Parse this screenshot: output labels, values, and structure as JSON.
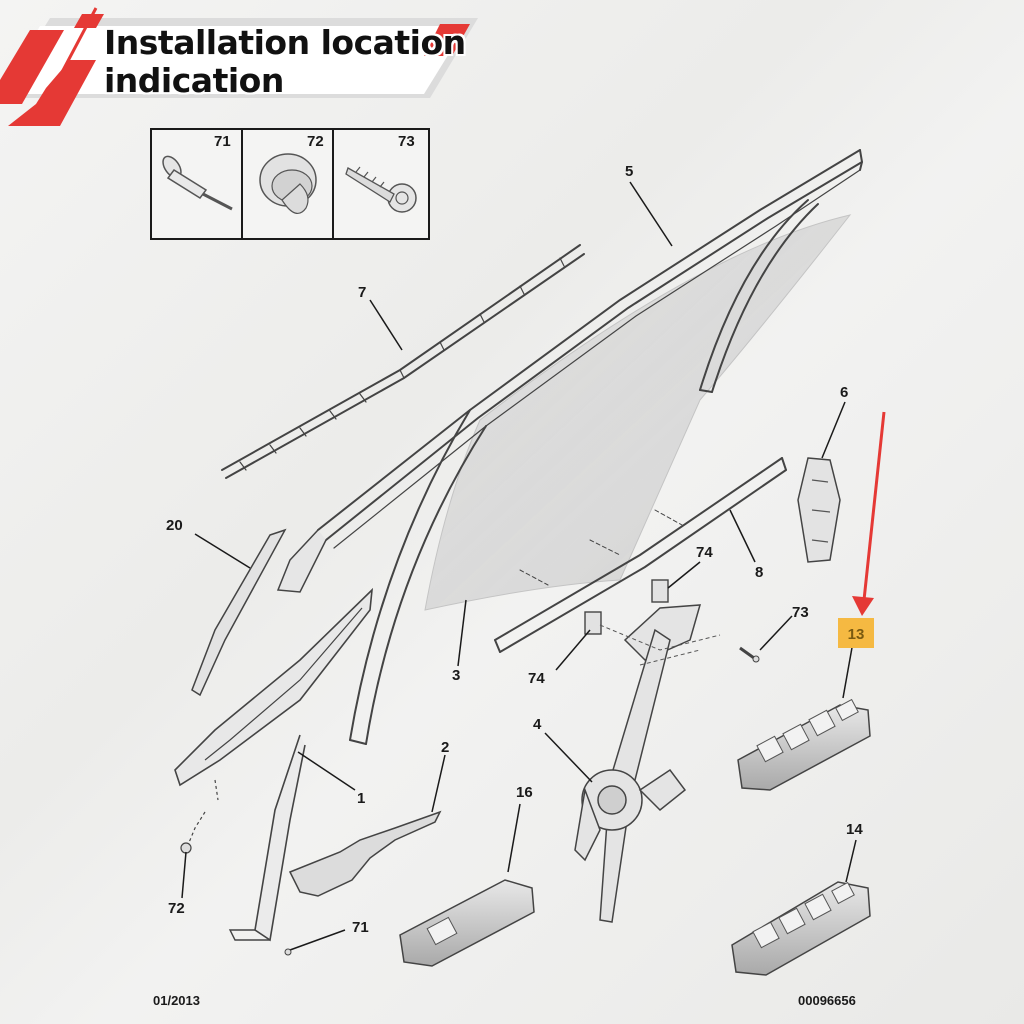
{
  "banner": {
    "title_line1": "Installation location",
    "title_line2": "indication",
    "accent_color": "#e53935"
  },
  "fastener_legend": [
    {
      "number": "71",
      "icon": "rivet-icon"
    },
    {
      "number": "72",
      "icon": "clip-icon"
    },
    {
      "number": "73",
      "icon": "screw-icon"
    }
  ],
  "callouts": {
    "c1": "1",
    "c2": "2",
    "c3": "3",
    "c4": "4",
    "c5": "5",
    "c6": "6",
    "c7": "7",
    "c8": "8",
    "c14": "14",
    "c16": "16",
    "c20": "20",
    "c71": "71",
    "c72": "72",
    "c73": "73",
    "c74a": "74",
    "c74b": "74"
  },
  "highlight": {
    "number": "13",
    "fill": "#f5b942",
    "arrow_color": "#e53935"
  },
  "footer": {
    "date": "01/2013",
    "reference": "00096656"
  }
}
